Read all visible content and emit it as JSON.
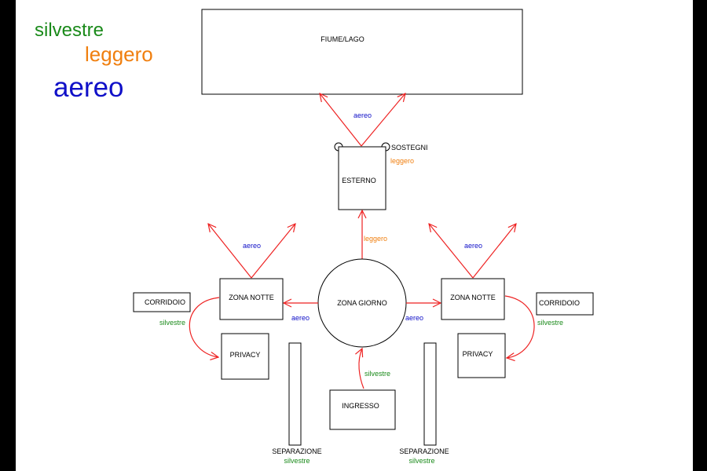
{
  "legend": {
    "silvestre": "silvestre",
    "leggero": "leggero",
    "aereo": "aereo"
  },
  "colors": {
    "silvestre": "#1a8a1a",
    "leggero": "#f07f0f",
    "aereo": "#1010c8",
    "arrow": "#ee2222"
  },
  "nodes": {
    "fiume": "FIUME/LAGO",
    "esterno": "ESTERNO",
    "sostegni": "SOSTEGNI",
    "zona_giorno": "ZONA GIORNO",
    "zona_notte_left": "ZONA NOTTE",
    "zona_notte_right": "ZONA NOTTE",
    "corridoio_left": "CORRIDOIO",
    "corridoio_right": "CORRIDOIO",
    "privacy_left": "PRIVACY",
    "privacy_right": "PRIVACY",
    "ingresso": "INGRESSO",
    "separazione_left": "SEPARAZIONE",
    "separazione_right": "SEPARAZIONE"
  },
  "labels": {
    "aereo_fiume": "aereo",
    "leggero_esterno": "leggero",
    "leggero_giorno": "leggero",
    "aereo_notte_left_top": "aereo",
    "aereo_notte_right_top": "aereo",
    "aereo_giorno_left": "aereo",
    "aereo_giorno_right": "aereo",
    "silvestre_corridoio_left": "silvestre",
    "silvestre_corridoio_right": "silvestre",
    "silvestre_ingresso": "silvestre",
    "silvestre_sep_left": "silvestre",
    "silvestre_sep_right": "silvestre"
  }
}
